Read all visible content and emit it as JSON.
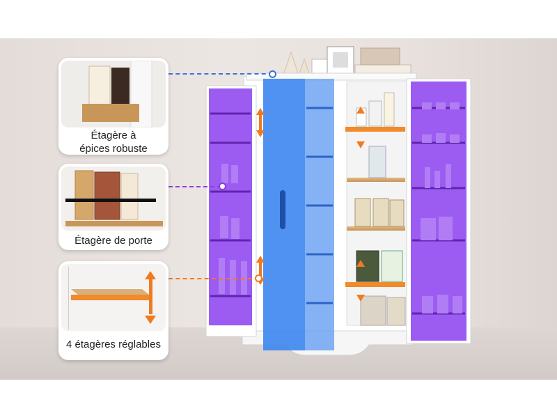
{
  "callouts": [
    {
      "caption_lines": [
        "Étagère à",
        "épices robuste"
      ],
      "line_color": "#3d6fe0"
    },
    {
      "caption_lines": [
        "Étagère de porte"
      ],
      "line_color": "#8a3fd6"
    },
    {
      "caption_lines": [
        "4 étagères réglables"
      ],
      "line_color": "#f07a1e"
    }
  ],
  "colors": {
    "door_highlight": "#8b3ff0",
    "center_door_highlight": "#3d86f0",
    "adjust_arrow": "#f07a1e",
    "shelf_wood": "#d3a56a"
  },
  "icons": [
    "up-down-arrow-icon"
  ]
}
